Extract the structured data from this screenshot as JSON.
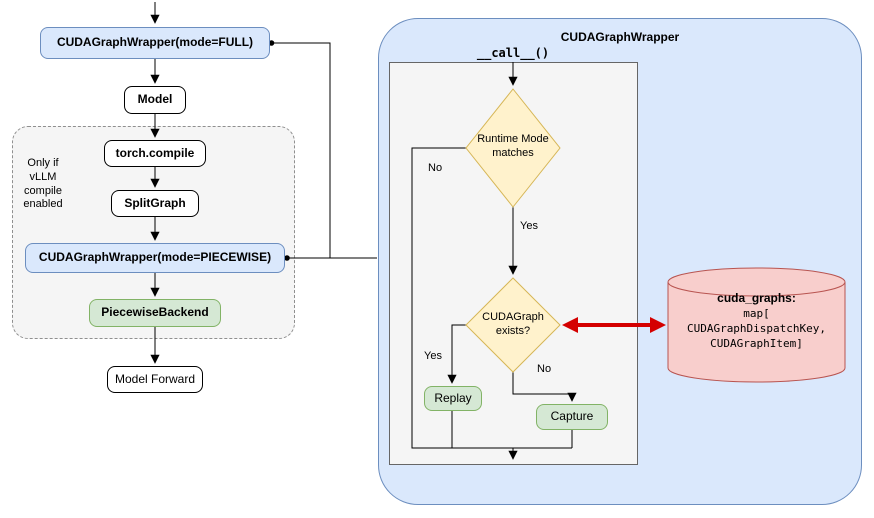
{
  "left_flow": {
    "wrapper_full": "CUDAGraphWrapper(mode=FULL)",
    "model": "Model",
    "compile_group_note": "Only if\nvLLM\ncompile\nenabled",
    "torch_compile": "torch.compile",
    "split_graph": "SplitGraph",
    "wrapper_piecewise": "CUDAGraphWrapper(mode=PIECEWISE)",
    "piecewise_backend": "PiecewiseBackend",
    "model_forward": "Model Forward"
  },
  "wrapper_panel": {
    "title": "CUDAGraphWrapper",
    "entry_label": "__call__()",
    "decision_runtime_mode": "Runtime Mode\nmatches",
    "decision_graph_exists": "CUDAGraph\nexists?",
    "branch_no_runtime": "No",
    "branch_yes_runtime": "Yes",
    "branch_yes_exists": "Yes",
    "branch_no_exists": "No",
    "replay": "Replay",
    "capture": "Capture"
  },
  "graph_store": {
    "title": "cuda_graphs:",
    "body": "map[\nCUDAGraphDispatchKey,\nCUDAGraphItem]"
  },
  "colors": {
    "blue_fill": "#dae8fc",
    "blue_border": "#6c8ebf",
    "green_fill": "#d5e8d4",
    "green_border": "#82b366",
    "yellow_fill": "#fff2cc",
    "yellow_border": "#d6b656",
    "pink_fill": "#f8cecc",
    "pink_border": "#b85450",
    "red_arrow": "#d40000"
  }
}
